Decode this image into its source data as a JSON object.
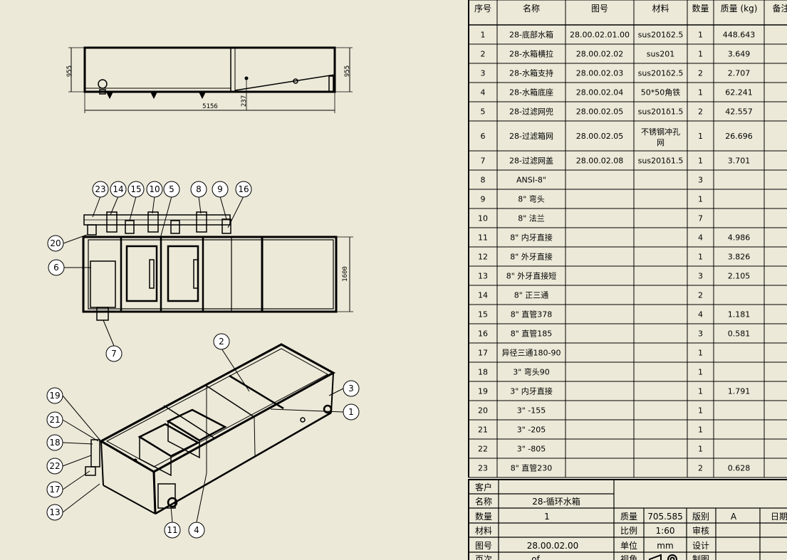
{
  "dimensions": {
    "height_left": "955",
    "height_right": "955",
    "length": "5156",
    "base": "237",
    "width": "1600"
  },
  "balloons": {
    "top": [
      "23",
      "14",
      "15",
      "10",
      "5",
      "8",
      "9",
      "16"
    ],
    "side": [
      "20",
      "6",
      "7"
    ],
    "iso_right": [
      "2",
      "3",
      "1"
    ],
    "iso_left": [
      "19",
      "21",
      "18",
      "22",
      "17",
      "13"
    ],
    "iso_bottom": [
      "11",
      "4"
    ]
  },
  "bom": {
    "headers": [
      "序号",
      "名称",
      "图号",
      "材料",
      "数量",
      "质量 (kg)",
      "备注"
    ],
    "rows": [
      [
        "1",
        "28-底部水箱",
        "28.00.02.01.00",
        "sus201δ2.5",
        "1",
        "448.643"
      ],
      [
        "2",
        "28-水箱横拉",
        "28.00.02.02",
        "sus201",
        "1",
        "3.649"
      ],
      [
        "3",
        "28-水箱支持",
        "28.00.02.03",
        "sus201δ2.5",
        "2",
        "2.707"
      ],
      [
        "4",
        "28-水箱底座",
        "28.00.02.04",
        "50*50角铁",
        "1",
        "62.241"
      ],
      [
        "5",
        "28-过滤网兜",
        "28.00.02.05",
        "sus201δ1.5",
        "2",
        "42.557"
      ],
      [
        "6",
        "28-过滤箱网",
        "28.00.02.05",
        "不锈钢冲孔网",
        "1",
        "26.696"
      ],
      [
        "7",
        "28-过滤网盖",
        "28.00.02.08",
        "sus201δ1.5",
        "1",
        "3.701"
      ],
      [
        "8",
        "ANSI-8\"",
        "",
        "",
        "3",
        ""
      ],
      [
        "9",
        "8\" 弯头",
        "",
        "",
        "1",
        ""
      ],
      [
        "10",
        "8\" 法兰",
        "",
        "",
        "7",
        ""
      ],
      [
        "11",
        "8\" 内牙直接",
        "",
        "",
        "4",
        "4.986"
      ],
      [
        "12",
        "8\" 外牙直接",
        "",
        "",
        "1",
        "3.826"
      ],
      [
        "13",
        "8\" 外牙直接短",
        "",
        "",
        "3",
        "2.105"
      ],
      [
        "14",
        "8\" 正三通",
        "",
        "",
        "2",
        ""
      ],
      [
        "15",
        "8\" 直管378",
        "",
        "",
        "4",
        "1.181"
      ],
      [
        "16",
        "8\" 直管185",
        "",
        "",
        "3",
        "0.581"
      ],
      [
        "17",
        "异径三通180-90",
        "",
        "",
        "1",
        ""
      ],
      [
        "18",
        "3\" 弯头90",
        "",
        "",
        "1",
        ""
      ],
      [
        "19",
        "3\" 内牙直接",
        "",
        "",
        "1",
        "1.791"
      ],
      [
        "20",
        "3\" -155",
        "",
        "",
        "1",
        ""
      ],
      [
        "21",
        "3\" -205",
        "",
        "",
        "1",
        ""
      ],
      [
        "22",
        "3\" -805",
        "",
        "",
        "1",
        ""
      ],
      [
        "23",
        "8\" 直管230",
        "",
        "",
        "2",
        "0.628"
      ]
    ]
  },
  "title_block": {
    "customer_label": "客户",
    "name_label": "名称",
    "name_value": "28-循环水箱",
    "qty_label": "数量",
    "qty_value": "1",
    "mass_label": "质量",
    "mass_value": "705.585",
    "version_label": "版别",
    "version_value": "A",
    "date_label": "日期",
    "material_label": "材料",
    "scale_label": "比例",
    "scale_value": "1:60",
    "review_label": "审核",
    "drawing_no_label": "图号",
    "drawing_no_value": "28.00.02.00",
    "unit_label": "单位",
    "unit_value": "mm",
    "design_label": "设计",
    "page_label": "页次",
    "page_value": "of",
    "view_label": "视角",
    "draft_label": "制图"
  }
}
